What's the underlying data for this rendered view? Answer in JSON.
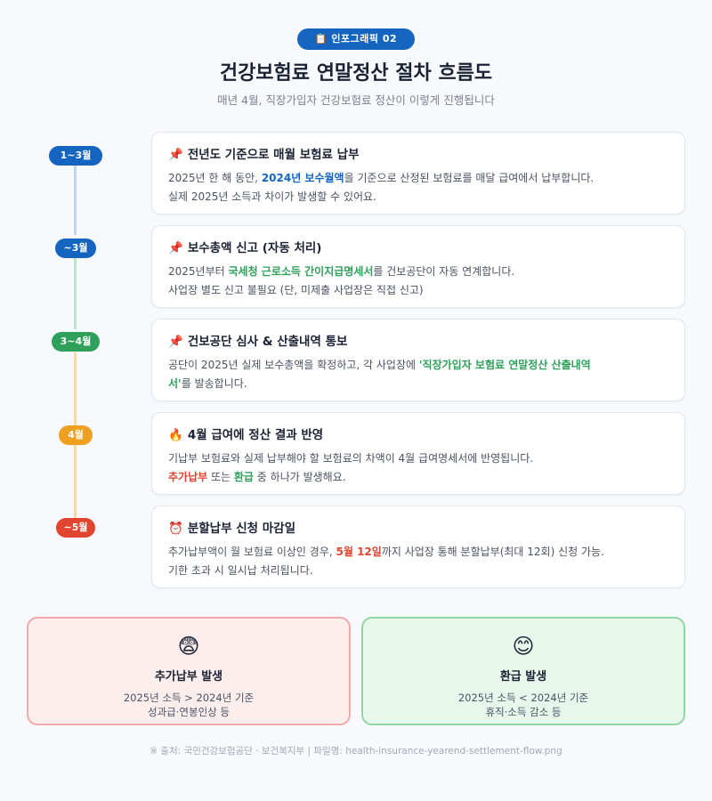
{
  "header": {
    "badge": "📋 인포그래픽 02",
    "title": "건강보험료 연말정산 절차 흐름도",
    "subtitle": "매년 4월, 직장가입자 건강보험료 정산이 이렇게 진행됩니다"
  },
  "steps": [
    {
      "pill": "1~3월",
      "color": "#1565c0",
      "icon": "📌",
      "title": "전년도 기준으로 매월 보험료 납부",
      "body": [
        [
          {
            "t": "2025년 한 해 동안, "
          },
          {
            "t": "2024년 보수월액",
            "c": "hl-blue"
          },
          {
            "t": "을 기준으로 산정된 보험료를 매달 급여에서 납부합니다."
          }
        ],
        [
          {
            "t": "실제 2025년 소득과 차이가 발생할 수 있어요."
          }
        ]
      ]
    },
    {
      "pill": "~3월",
      "color": "#1565c0",
      "icon": "📌",
      "title": "보수총액 신고 (자동 처리)",
      "body": [
        [
          {
            "t": "2025년부터 "
          },
          {
            "t": "국세청 근로소득 간이지급명세서",
            "c": "hl-green"
          },
          {
            "t": "를 건보공단이 자동 연계합니다."
          }
        ],
        [
          {
            "t": "사업장 별도 신고 불필요 (단, 미제출 사업장은 직접 신고)"
          }
        ]
      ]
    },
    {
      "pill": "3~4월",
      "color": "#2ea05a",
      "icon": "📌",
      "title": "건보공단 심사 & 산출내역 통보",
      "body": [
        [
          {
            "t": "공단이 2025년 실제 보수총액을 확정하고, 각 사업장에 "
          },
          {
            "t": "'직장가입자 보험료 연말정산 산출내역",
            "c": "hl-green"
          }
        ],
        [
          {
            "t": "서'",
            "c": "hl-green"
          },
          {
            "t": "를 발송합니다."
          }
        ]
      ]
    },
    {
      "pill": "4월",
      "color": "#f0a020",
      "icon": "🔥",
      "title": "4월 급여에 정산 결과 반영",
      "body": [
        [
          {
            "t": "기납부 보험료와 실제 납부해야 할 보험료의 차액이 4월 급여명세서에 반영됩니다."
          }
        ],
        [
          {
            "t": "추가납부",
            "c": "hl-red"
          },
          {
            "t": " 또는 "
          },
          {
            "t": "환급",
            "c": "hl-green"
          },
          {
            "t": " 중 하나가 발생해요."
          }
        ]
      ]
    },
    {
      "pill": "~5월",
      "color": "#e0452f",
      "icon": "⏰",
      "title": "분할납부 신청 마감일",
      "body": [
        [
          {
            "t": "추가납부액이 월 보험료 이상인 경우, "
          },
          {
            "t": "5월 12일",
            "c": "hl-red"
          },
          {
            "t": "까지 사업장 통해 분할납부(최대 12회) 신청 가능."
          }
        ],
        [
          {
            "t": "기한 초과 시 일시납 처리됩니다."
          }
        ]
      ]
    }
  ],
  "outcomes": [
    {
      "emoji": "😨",
      "title": "추가납부 발생",
      "lines": [
        "2025년 소득 > 2024년 기준",
        "성과급·연봉인상 등"
      ],
      "bg": "#fdeeee",
      "border": "#f2a9a9"
    },
    {
      "emoji": "😊",
      "title": "환급 발생",
      "lines": [
        "2025년 소득 < 2024년 기준",
        "휴직·소득 감소 등"
      ],
      "bg": "#e8f7ec",
      "border": "#8fd6a3"
    }
  ],
  "footer": "※ 출처: 국민건강보험공단 · 보건복지부 | 파일명: health-insurance-yearend-settlement-flow.png",
  "colors": {
    "blue": "#1565c0",
    "green": "#2ea05a",
    "orange": "#f0a020",
    "red": "#e0452f"
  }
}
